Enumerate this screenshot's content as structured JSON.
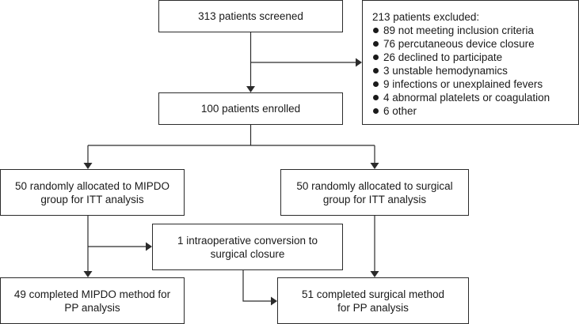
{
  "flowchart": {
    "screened": {
      "lines": [
        "313 patients screened"
      ]
    },
    "excluded": {
      "heading": "213 patients excluded:",
      "items": [
        "89 not meeting inclusion criteria",
        "76 percutaneous device closure",
        "26 declined to participate",
        "3 unstable hemodynamics",
        "9 infections or unexplained fevers",
        "4 abnormal platelets or coagulation",
        "6 other"
      ]
    },
    "enrolled": {
      "lines": [
        "100 patients enrolled"
      ]
    },
    "mipdo_itt": {
      "lines": [
        "50 randomly allocated to MIPDO",
        "group for ITT analysis"
      ]
    },
    "surgical_itt": {
      "lines": [
        "50 randomly allocated to surgical",
        "group for ITT analysis"
      ]
    },
    "conversion": {
      "lines": [
        "1 intraoperative conversion to",
        "surgical closure"
      ]
    },
    "mipdo_pp": {
      "lines": [
        "49 completed MIPDO method for",
        "PP analysis"
      ]
    },
    "surgical_pp": {
      "lines": [
        "51 completed surgical method",
        "for PP analysis"
      ]
    }
  }
}
